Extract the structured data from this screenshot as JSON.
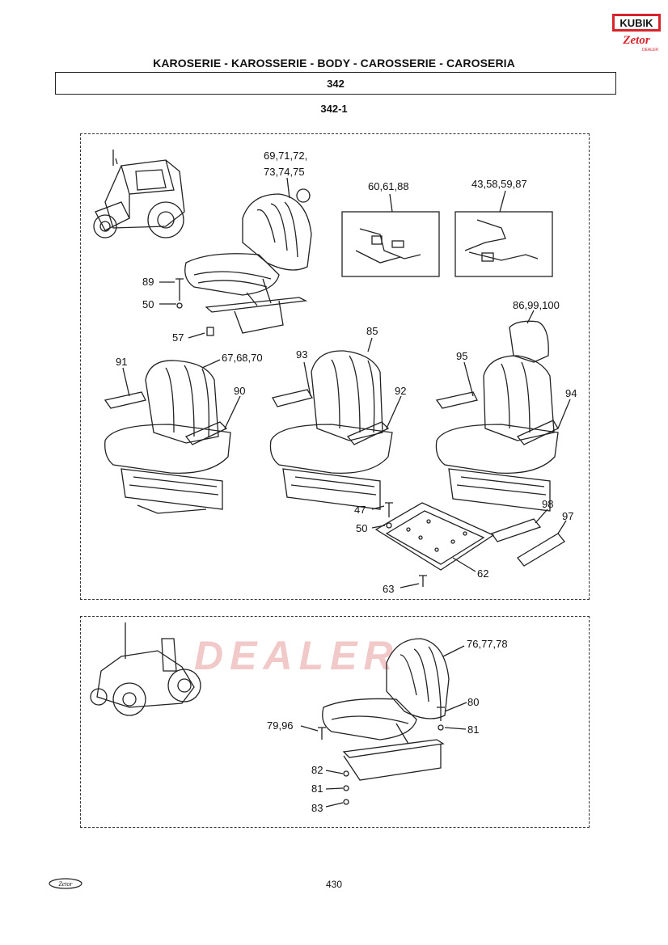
{
  "header": {
    "title": "KAROSERIE - KAROSSERIE - BODY - CAROSSERIE - CAROSERIA",
    "section": "342",
    "subsection": "342-1"
  },
  "logo": {
    "top_text": "KUBIK",
    "brand_text": "Zetor",
    "sub_text": "DEALER",
    "color": "#d8232a"
  },
  "watermark": {
    "text": "DEALER",
    "color": "#f2c9c9"
  },
  "callouts": {
    "c1": "69,71,72,",
    "c2": "73,74,75",
    "c3": "60,61,88",
    "c4": "43,58,59,87",
    "c5": "89",
    "c6": "50",
    "c7": "57",
    "c8": "86,99,100",
    "c9": "85",
    "c10": "67,68,70",
    "c11": "93",
    "c12": "91",
    "c13": "95",
    "c14": "90",
    "c15": "92",
    "c16": "94",
    "c17": "47",
    "c18": "98",
    "c19": "97",
    "c20": "50",
    "c21": "62",
    "c22": "63",
    "c23": "76,77,78",
    "c24": "80",
    "c25": "81",
    "c26": "79,96",
    "c27": "82",
    "c28": "81",
    "c29": "83"
  },
  "footer": {
    "page_number": "430",
    "logo_text": "Zetor"
  }
}
